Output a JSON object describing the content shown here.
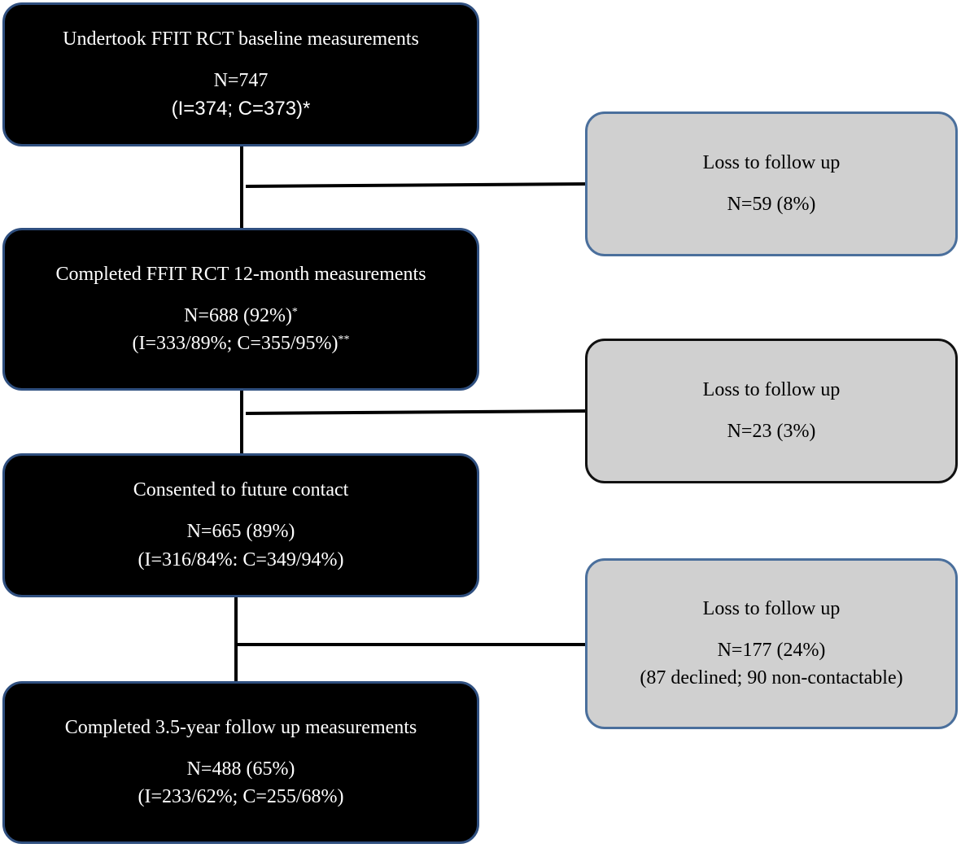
{
  "main_boxes": [
    {
      "title": "Undertook FFIT RCT baseline measurements",
      "n": "N=747",
      "split": "(I=374; C=373)*",
      "n_sup": "",
      "split_sup": ""
    },
    {
      "title": "Completed FFIT RCT 12-month measurements",
      "n": "N=688 (92%)",
      "n_sup": "*",
      "split": "(I=333/89%; C=355/95%)",
      "split_sup": "**"
    },
    {
      "title": "Consented to future contact",
      "n": "N=665 (89%)",
      "split": "(I=316/84%: C=349/94%)",
      "n_sup": "",
      "split_sup": ""
    },
    {
      "title": "Completed 3.5-year follow up measurements",
      "n": "N=488 (65%)",
      "split": "(I=233/62%; C=255/68%)",
      "n_sup": "",
      "split_sup": ""
    }
  ],
  "loss_boxes": [
    {
      "title": "Loss to follow up",
      "n": "N=59 (8%)",
      "detail": ""
    },
    {
      "title": "Loss to follow up",
      "n": "N=23 (3%)",
      "detail": ""
    },
    {
      "title": "Loss to follow up",
      "n": "N=177 (24%)",
      "detail": "(87 declined; 90 non-contactable)"
    }
  ]
}
